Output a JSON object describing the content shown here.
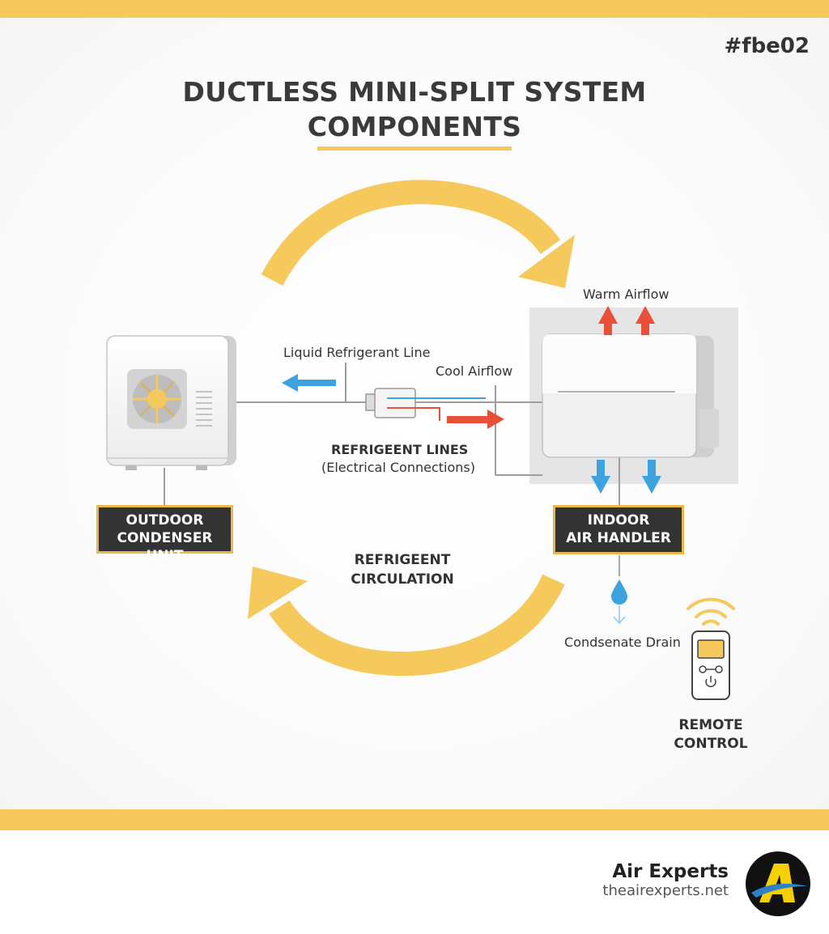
{
  "code": "#fbe02",
  "title_line1": "DUCTLESS MINI-SPLIT SYSTEM",
  "title_line2": "COMPONENTS",
  "labels": {
    "warm_airflow": "Warm Airflow",
    "liquid_line": "Liquid Refrigerant Line",
    "cool_airflow": "Cool Airflow",
    "refrigerant_lines": "REFRIGEENT LINES",
    "electrical": "(Electrical Connections)",
    "outdoor_l1": "OUTDOOR",
    "outdoor_l2": "CONDENSER UNIT",
    "indoor_l1": "INDOOR",
    "indoor_l2": "AIR HANDLER",
    "circulation_l1": "REFRIGEENT",
    "circulation_l2": "CIRCULATION",
    "drain": "Condsenate Drain",
    "remote_l1": "REMOTE",
    "remote_l2": "CONTROL"
  },
  "brand": {
    "name": "Air Experts",
    "url": "theairexperts.net"
  },
  "colors": {
    "accent": "#f5c95c",
    "warm": "#e8503a",
    "cool": "#3da3e0",
    "box": "#333333"
  },
  "icons": [
    "fan-icon",
    "water-drop-icon",
    "wifi-signal-icon",
    "power-icon",
    "logo-a-icon"
  ]
}
